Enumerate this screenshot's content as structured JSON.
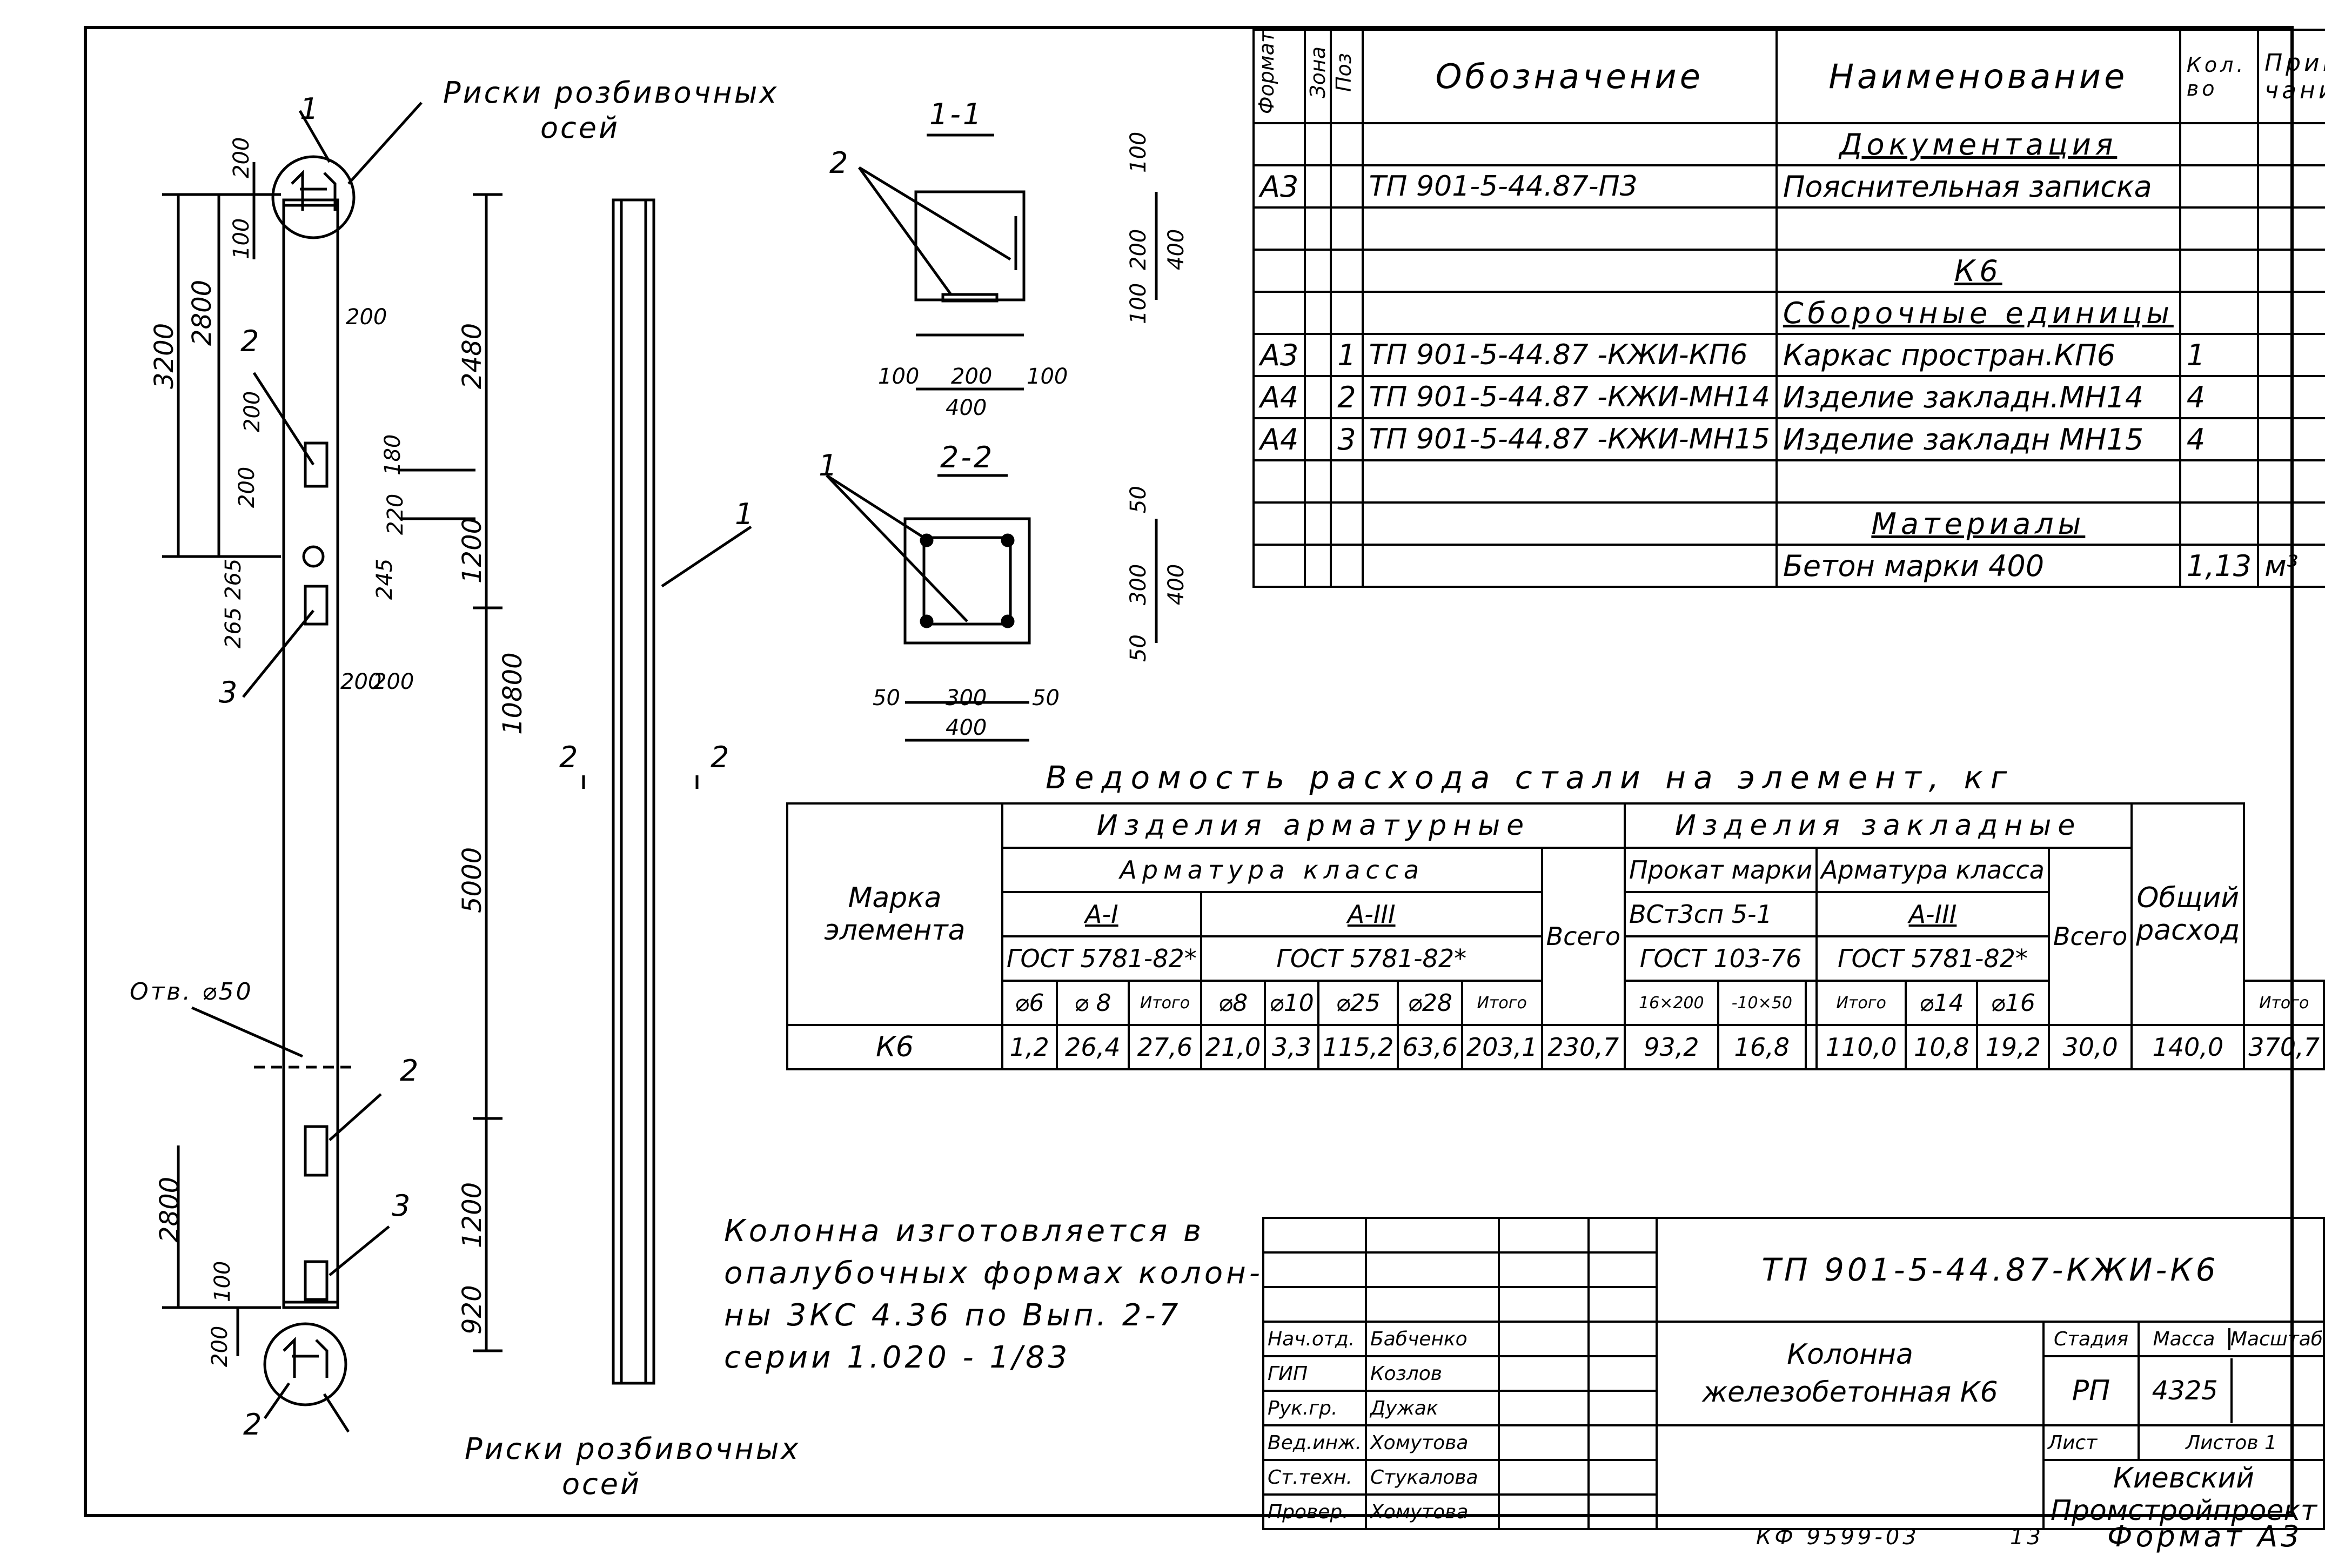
{
  "drawing": {
    "risks_label_line1": "Риски розбивочных",
    "risks_label_line2": "осей",
    "section_1_1": "1-1",
    "section_2_2": "2-2",
    "section_cut_left": "2",
    "section_cut_right": "2",
    "hole_label": "Отв. ⌀50",
    "positions": [
      "1",
      "2",
      "3"
    ],
    "dims_left": [
      "200",
      "100",
      "2800",
      "3200",
      "200",
      "2480",
      "200",
      "200",
      "180",
      "220",
      "1200",
      "265",
      "265",
      "245",
      "200",
      "200",
      "10800",
      "5000",
      "2800",
      "1200",
      "100",
      "200",
      "920"
    ],
    "dims_sec1": [
      "100",
      "200",
      "100",
      "400",
      "100",
      "200",
      "100",
      "400"
    ],
    "dims_sec2": [
      "50",
      "300",
      "50",
      "400",
      "50",
      "300",
      "50",
      "400"
    ],
    "note": [
      "Колонна изготовляется в",
      "опалубочных формах колон-",
      "ны 3КС 4.36  по Вып. 2-7",
      "серии 1.020 - 1/83"
    ]
  },
  "spec": {
    "headers": [
      "Формат",
      "Зона",
      "Поз",
      "Обозначение",
      "Наименование",
      "Кол. во",
      "Приме чание"
    ],
    "rows": [
      {
        "format": "",
        "zone": "",
        "pos": "",
        "code": "",
        "name": "Документация",
        "qty": "",
        "note": "",
        "underline": true
      },
      {
        "format": "А3",
        "zone": "",
        "pos": "",
        "code": "ТП 901-5-44.87-П3",
        "name": "Пояснительная записка",
        "qty": "",
        "note": ""
      },
      {
        "format": "",
        "zone": "",
        "pos": "",
        "code": "",
        "name": "",
        "qty": "",
        "note": ""
      },
      {
        "format": "",
        "zone": "",
        "pos": "",
        "code": "",
        "name": "К6",
        "qty": "",
        "note": "",
        "underline": true
      },
      {
        "format": "",
        "zone": "",
        "pos": "",
        "code": "",
        "name": "Сборочные единицы",
        "qty": "",
        "note": "",
        "underline": true
      },
      {
        "format": "А3",
        "zone": "",
        "pos": "1",
        "code": "ТП 901-5-44.87 -КЖИ-КП6",
        "name": "Каркас простран.КП6",
        "qty": "1",
        "note": ""
      },
      {
        "format": "А4",
        "zone": "",
        "pos": "2",
        "code": "ТП 901-5-44.87 -КЖИ-МН14",
        "name": "Изделие закладн.МН14",
        "qty": "4",
        "note": ""
      },
      {
        "format": "А4",
        "zone": "",
        "pos": "3",
        "code": "ТП 901-5-44.87 -КЖИ-МН15",
        "name": "Изделие закладн МН15",
        "qty": "4",
        "note": ""
      },
      {
        "format": "",
        "zone": "",
        "pos": "",
        "code": "",
        "name": "",
        "qty": "",
        "note": ""
      },
      {
        "format": "",
        "zone": "",
        "pos": "",
        "code": "",
        "name": "Материалы",
        "qty": "",
        "note": "",
        "underline": true
      },
      {
        "format": "",
        "zone": "",
        "pos": "",
        "code": "",
        "name": "Бетон марки 400",
        "qty": "1,13",
        "note": "м³"
      }
    ]
  },
  "steel": {
    "title": "Ведомость расхода стали на элемент, кг",
    "mark_header": "Марка элемента",
    "arm_group": "Изделия арматурные",
    "arm_class": "Арматура класса",
    "class_a1": "А-I",
    "class_a3": "А-III",
    "gost_a1": "ГОСТ 5781-82*",
    "gost_a3": "ГОСТ 5781-82*",
    "emb_group": "Изделия закладные",
    "prokat": "Прокат марки",
    "prokat_grade": "ВСт3сп 5-1",
    "prokat_gost": "ГОСТ 103-76",
    "emb_arm_class": "Арматура класса",
    "emb_class": "А-III",
    "emb_gost": "ГОСТ 5781-82*",
    "vsego": "Всего",
    "total_header": "Общий расход",
    "sub_headers": [
      "⌀6",
      "⌀ 8",
      "Итого",
      "⌀8",
      "⌀10",
      "⌀25",
      "⌀28",
      "Итого",
      "16×200",
      "-10×50",
      "",
      "Итого",
      "⌀14",
      "⌀16",
      "Итого"
    ],
    "row": {
      "mark": "К6",
      "values": [
        "1,2",
        "26,4",
        "27,6",
        "21,0",
        "3,3",
        "115,2",
        "63,6",
        "203,1",
        "230,7",
        "93,2",
        "16,8",
        "",
        "110,0",
        "10,8",
        "19,2",
        "30,0",
        "140,0",
        "370,7"
      ]
    }
  },
  "title_block": {
    "doc_code": "ТП 901-5-44.87-КЖИ-К6",
    "object_line1": "Колонна",
    "object_line2": "железобетонная К6",
    "stage_header": "Стадия",
    "mass_header": "Масса",
    "scale_header": "Масштаб",
    "stage": "РП",
    "mass": "4325",
    "sheet_label": "Лист",
    "sheets_label": "Листов 1",
    "org_line1": "Киевский",
    "org_line2": "Промстройпроект",
    "people": [
      {
        "role": "Нач.отд.",
        "name": "Бабченко"
      },
      {
        "role": "ГИП",
        "name": "Козлов"
      },
      {
        "role": "Рук.гр.",
        "name": "Дужак"
      },
      {
        "role": "Вед.инж.",
        "name": "Хомутова"
      },
      {
        "role": "Ст.техн.",
        "name": "Стукалова"
      },
      {
        "role": "Провер.",
        "name": "Хомутова"
      }
    ],
    "footer_left": "КФ 9599-03",
    "footer_mid": "13",
    "footer_right": "Формат А3"
  }
}
